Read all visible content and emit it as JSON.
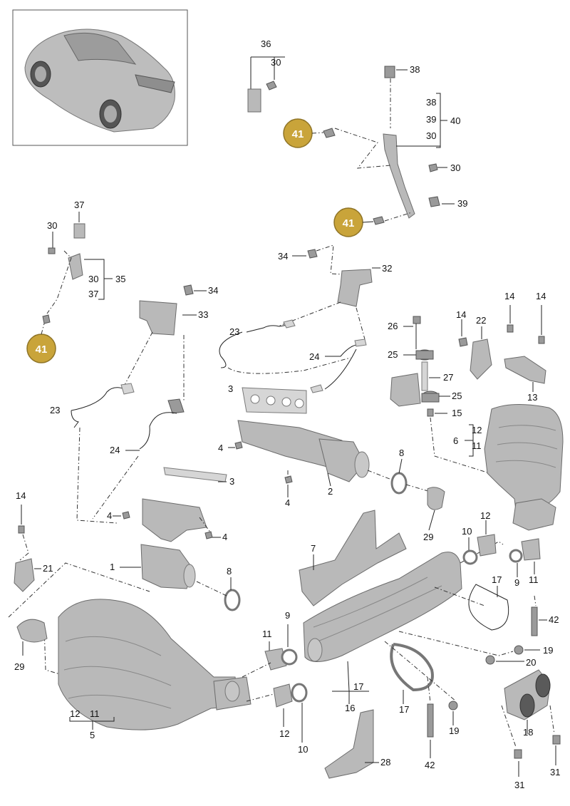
{
  "thumbnail": {
    "description_icon": "car-thumbnail-icon"
  },
  "badge_color": "#c9a43a",
  "badges": [
    "41",
    "41",
    "41"
  ],
  "labels": {
    "n1": "1",
    "n2": "2",
    "n3a": "3",
    "n3b": "3",
    "n4a": "4",
    "n4b": "4",
    "n4c": "4",
    "n4d": "4",
    "n5": "5",
    "n6": "6",
    "n7": "7",
    "n8a": "8",
    "n8b": "8",
    "n9a": "9",
    "n9b": "9",
    "n10a": "10",
    "n10b": "10",
    "n11a": "11",
    "n11b": "11",
    "n11c": "11",
    "n11d": "11",
    "n11e": "11",
    "n12a": "12",
    "n12b": "12",
    "n12c": "12",
    "n12d": "12",
    "n13": "13",
    "n14a": "14",
    "n14b": "14",
    "n14c": "14",
    "n14d": "14",
    "n15": "15",
    "n16": "16",
    "n17a": "17",
    "n17b": "17",
    "n17c": "17",
    "n18": "18",
    "n19a": "19",
    "n19b": "19",
    "n20": "20",
    "n21": "21",
    "n22": "22",
    "n23a": "23",
    "n23b": "23",
    "n24a": "24",
    "n24b": "24",
    "n25a": "25",
    "n25b": "25",
    "n26": "26",
    "n27": "27",
    "n28": "28",
    "n29a": "29",
    "n29b": "29",
    "n30a": "30",
    "n30b": "30",
    "n30c": "30",
    "n30d": "30",
    "n30e": "30",
    "n31a": "31",
    "n31b": "31",
    "n32": "32",
    "n33": "33",
    "n34a": "34",
    "n34b": "34",
    "n35": "35",
    "n36": "36",
    "n37a": "37",
    "n37b": "37",
    "n38a": "38",
    "n38b": "38",
    "n39a": "39",
    "n39b": "39",
    "n40": "40",
    "n42a": "42",
    "n42b": "42"
  }
}
